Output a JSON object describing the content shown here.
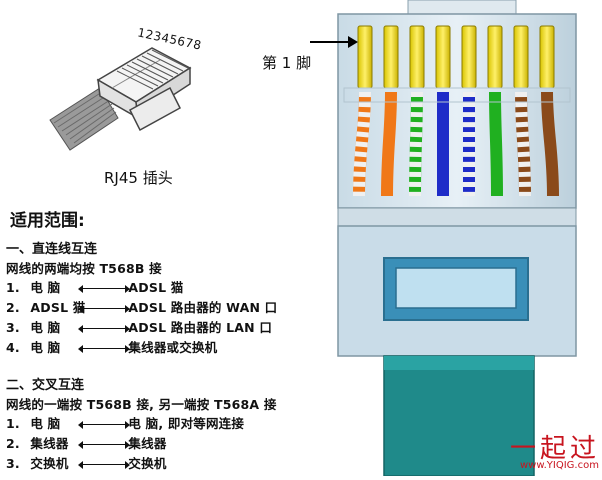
{
  "plug": {
    "pin_numbers": "12345678",
    "caption": "RJ45 插头",
    "pin1_label": "第 1 脚"
  },
  "usage": {
    "title": "适用范围:",
    "straight": {
      "heading": "一、直连线互连",
      "subtitle": "网线的两端均按 T568B 接",
      "items": [
        {
          "num": "1.",
          "a": "电  脑",
          "b": "ADSL 猫"
        },
        {
          "num": "2.",
          "a": "ADSL 猫",
          "b": "ADSL 路由器的 WAN 口"
        },
        {
          "num": "3.",
          "a": "电  脑",
          "b": "ADSL 路由器的 LAN 口"
        },
        {
          "num": "4.",
          "a": "电  脑",
          "b": "集线器或交换机"
        }
      ]
    },
    "crossover": {
      "heading": "二、交叉互连",
      "subtitle": "网线的一端按 T568B 接, 另一端按 T568A 接",
      "items": [
        {
          "num": "1.",
          "a": "电  脑",
          "b": "电  脑, 即对等网连接"
        },
        {
          "num": "2.",
          "a": "集线器",
          "b": "集线器"
        },
        {
          "num": "3.",
          "a": "交换机",
          "b": "交换机"
        }
      ]
    }
  },
  "wire_colors": [
    "#f0f0f0/#f07818",
    "#f07818",
    "#f0f0f0/#20b020",
    "#1e2cc8",
    "#f0f0f0/#1e2cc8",
    "#20b020",
    "#f0f0f0/#8a4a1a",
    "#8a4a1a"
  ],
  "watermark": {
    "text": "一起过",
    "url": "www.YIQIG.com"
  }
}
